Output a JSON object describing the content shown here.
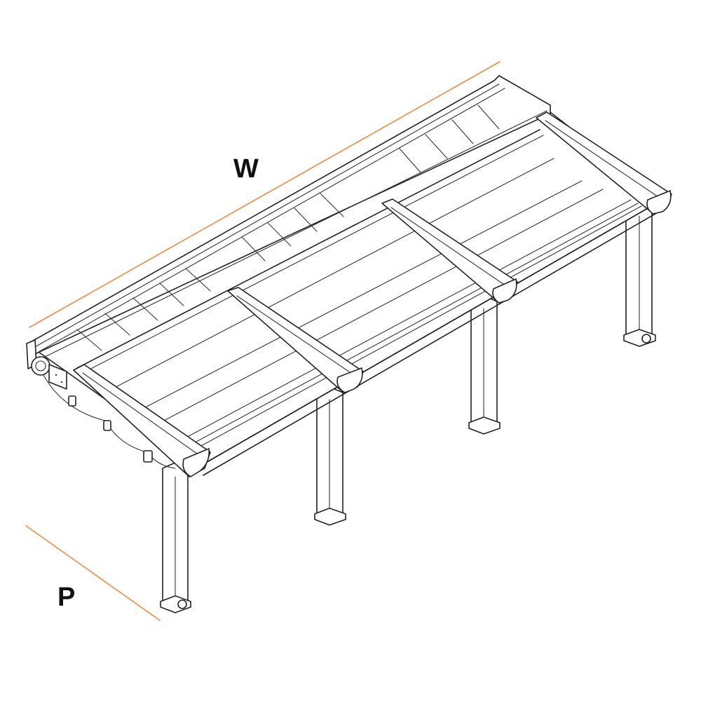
{
  "diagram": {
    "subject": "Pergola with retractable roof (isometric line drawing)",
    "dimension_labels": {
      "width": "W",
      "projection": "P"
    },
    "colors": {
      "line": "#222222",
      "dimension_line": "#f08a3c",
      "background": "#ffffff",
      "label": "#111111"
    },
    "components": {
      "roof_bays": 3,
      "cross_beams": 4,
      "legs": 4,
      "back_rail_slats_per_bay": 6
    }
  }
}
